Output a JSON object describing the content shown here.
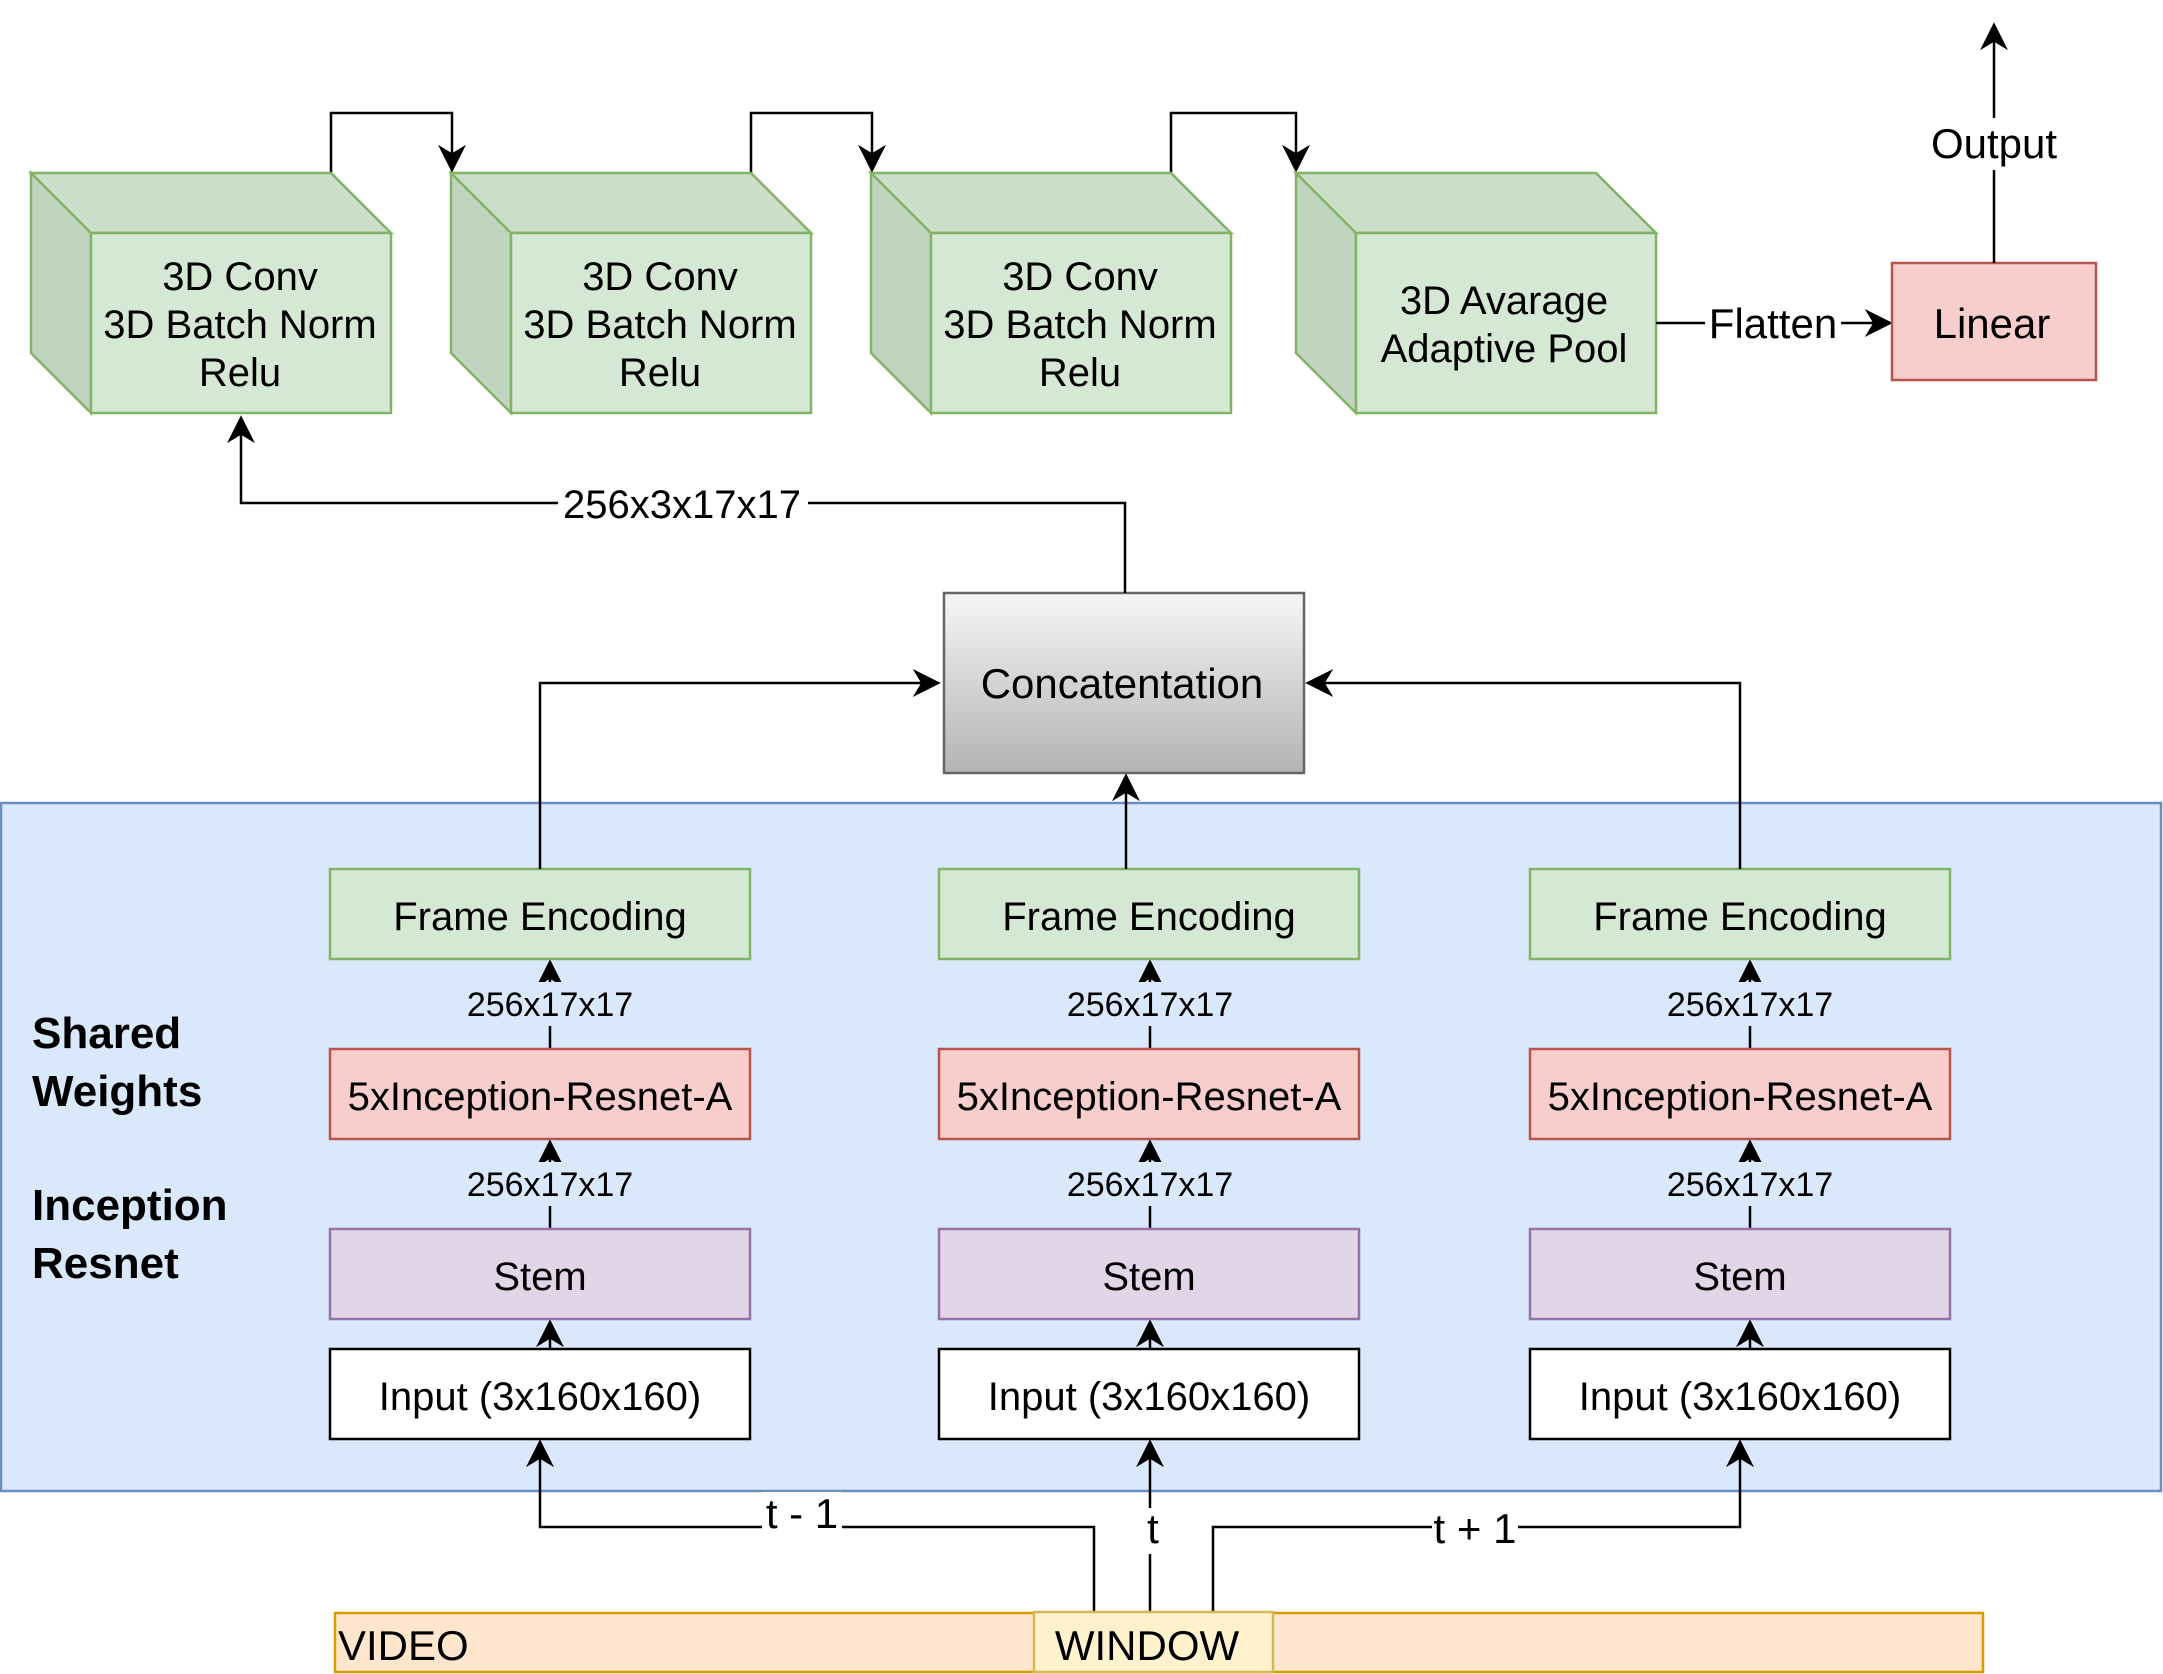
{
  "conv_blocks": [
    {
      "line1": "3D Conv",
      "line2": "3D Batch Norm",
      "line3": "Relu"
    },
    {
      "line1": "3D Conv",
      "line2": "3D Batch Norm",
      "line3": "Relu"
    },
    {
      "line1": "3D Conv",
      "line2": "3D Batch Norm",
      "line3": "Relu"
    }
  ],
  "pool_block": {
    "line1": "3D Avarage",
    "line2": "Adaptive Pool"
  },
  "flatten_label": "Flatten",
  "linear_label": "Linear",
  "output_label": "Output",
  "concat_dims_label": "256x3x17x17",
  "concat_label": "Concatentation",
  "shared_panel": {
    "title_line1": "Shared",
    "title_line2": "Weights",
    "subtitle_line1": "Inception",
    "subtitle_line2": "Resnet"
  },
  "columns": [
    {
      "encoding": "Frame Encoding",
      "dims_top": "256x17x17",
      "inception": "5xInception-Resnet-A",
      "dims_bottom": "256x17x17",
      "stem": "Stem",
      "input": "Input (3x160x160)",
      "time_label": "t - 1"
    },
    {
      "encoding": "Frame Encoding",
      "dims_top": "256x17x17",
      "inception": "5xInception-Resnet-A",
      "dims_bottom": "256x17x17",
      "stem": "Stem",
      "input": "Input (3x160x160)",
      "time_label": "t"
    },
    {
      "encoding": "Frame Encoding",
      "dims_top": "256x17x17",
      "inception": "5xInception-Resnet-A",
      "dims_bottom": "256x17x17",
      "stem": "Stem",
      "input": "Input (3x160x160)",
      "time_label": "t + 1"
    }
  ],
  "video_label": "VIDEO",
  "window_label": "WINDOW",
  "colors": {
    "green_fill": "#d5e8d4",
    "green_side": "#c0d4c0",
    "green_top": "#cadecA",
    "green_stroke": "#82b366",
    "red_fill": "#f8cecc",
    "red_stroke": "#b85450",
    "purple_fill": "#e1d5e7",
    "purple_stroke": "#9673a6",
    "blue_fill": "#dae8fc",
    "blue_stroke": "#6c8ebf",
    "orange_fill": "#ffe6cc",
    "orange_stroke": "#d79b00",
    "yellow_fill": "#fff2cc",
    "yellow_stroke": "#d6b656",
    "gray_stroke": "#666666"
  }
}
